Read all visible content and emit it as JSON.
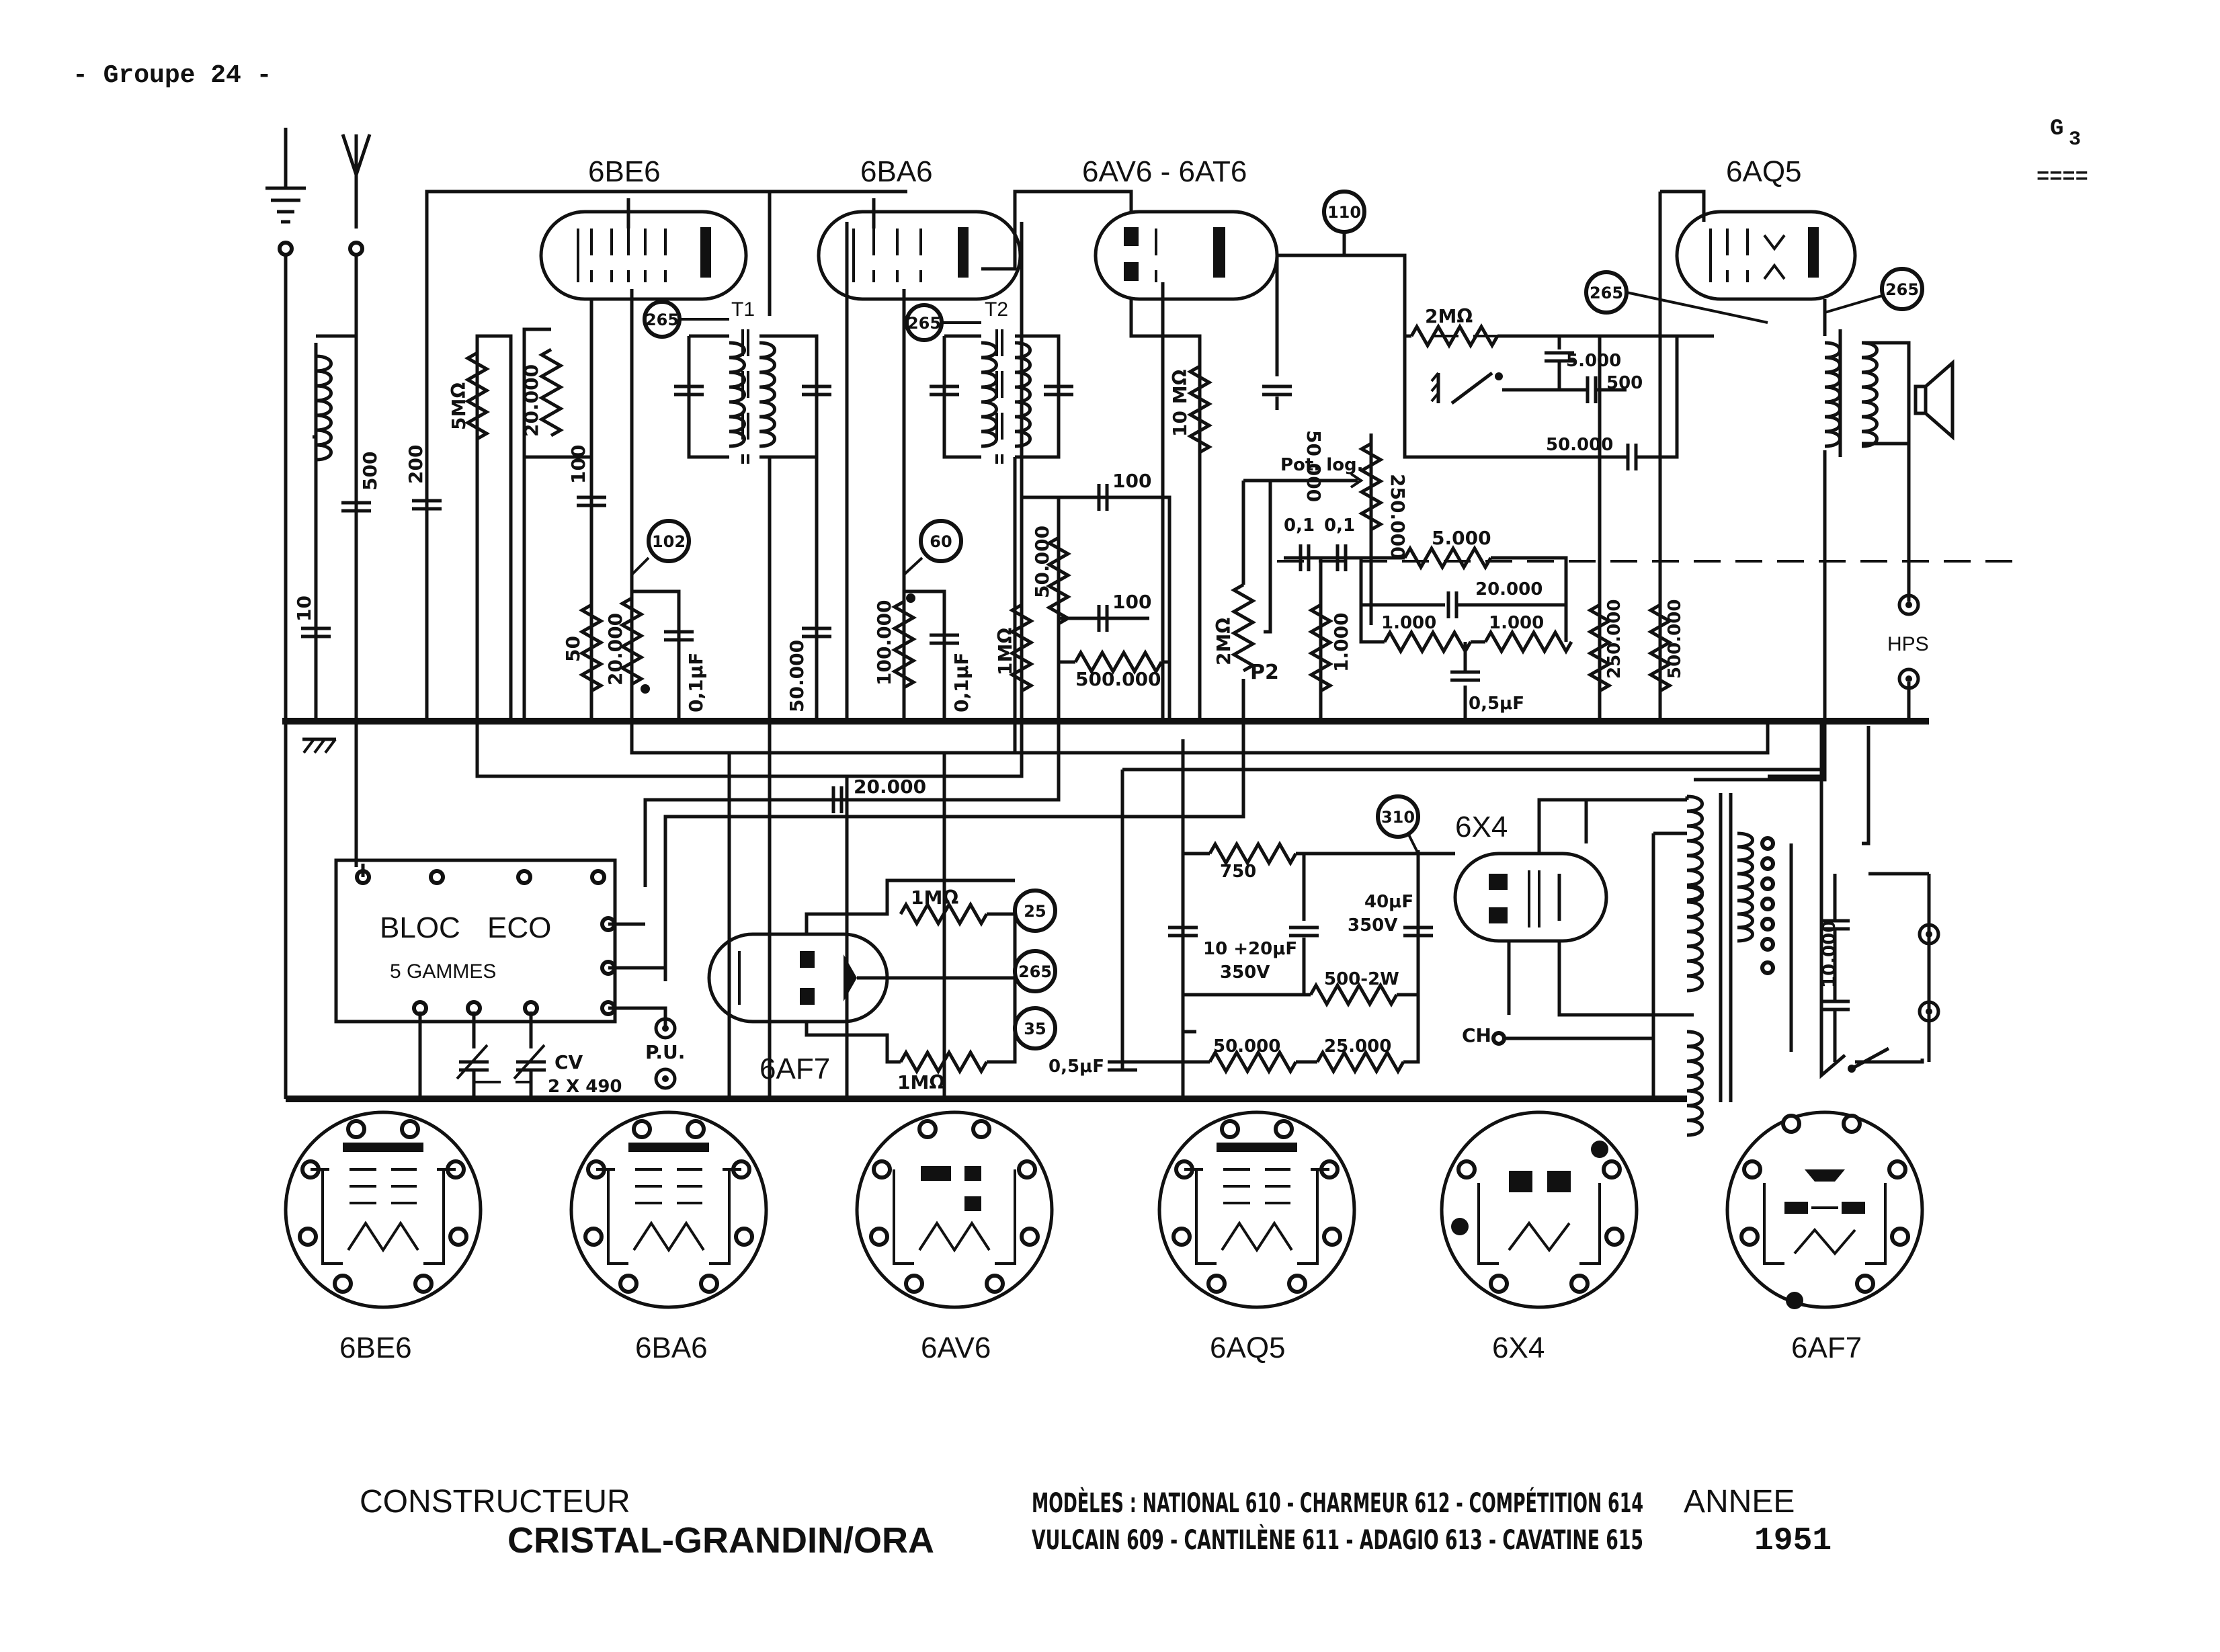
{
  "header": {
    "group": "- Groupe 24 -",
    "page_code": "G",
    "page_code_sub": "3",
    "page_code_rule": "===="
  },
  "tubes": [
    {
      "name": "6BE6"
    },
    {
      "name": "6BA6"
    },
    {
      "name": "6AV6 - 6AT6"
    },
    {
      "name": "6AQ5"
    },
    {
      "name": "6X4"
    },
    {
      "name": "6AF7"
    }
  ],
  "transformers": [
    "T1",
    "T2"
  ],
  "voltage_points": [
    "265",
    "265",
    "110",
    "265",
    "265",
    "102",
    "60",
    "25",
    "265",
    "35",
    "310"
  ],
  "component_values": {
    "c_ant_500": "500",
    "c_ant_10": "10",
    "c_200": "200",
    "r_5M": "5MΩ",
    "r_20000_a": "20.000",
    "c_100_a": "100",
    "r_50": "50",
    "r_20000_b": "20.000",
    "c_01_a": "0,1μF",
    "r_50000_a": "50.000",
    "r_100000": "100.000",
    "c_01_b": "0,1μF",
    "r_1M_a": "1MΩ",
    "r_50000_b": "50.000",
    "c_100_b": "100",
    "c_100_c": "100",
    "r_500000_a": "500.000",
    "r_10M": "10 MΩ",
    "c_50000_a": "50 000",
    "pot_label": "Pot. log.",
    "pot_250000": "250.000",
    "c_01_c": "0,1",
    "c_01_d": "0,1",
    "r_2M_b": "2MΩ",
    "pot_p2": "P2",
    "r_1000_a": "1.000",
    "r_5000": "5.000",
    "c_20000_a": "20.000",
    "r_1000_b": "1.000",
    "r_1000_c": "1.000",
    "c_05_a": "0,5μF",
    "r_2M_a": "2MΩ",
    "c_5000": "5.000",
    "c_500_b": "500",
    "c_50000_b": "50.000",
    "r_250000": "250.000",
    "r_500000_b": "500.000",
    "hps": "HPS",
    "c_20000_b": "20.000",
    "r_1M_b": "1MΩ",
    "r_1M_c": "1MΩ",
    "r_750": "750",
    "c_10_20": "10 +20μF",
    "c_350_a": "350V",
    "c_40": "40μF",
    "c_350_b": "350V",
    "r_500_2w": "500-2W",
    "c_05_b": "0,5μF",
    "r_50000_c": "50.000",
    "r_25000": "25.000",
    "ch": "CH",
    "c_10000": "10.000",
    "cv": "CV",
    "cv_val": "2 X 490",
    "pu": "P.U."
  },
  "bloc": {
    "line1": "BLOC",
    "line2": "ECO",
    "line3": "5 GAMMES"
  },
  "tube_bases": [
    "6BE6",
    "6BA6",
    "6AV6",
    "6AQ5",
    "6X4",
    "6AF7"
  ],
  "footer": {
    "constructeur_label": "CONSTRUCTEUR",
    "constructeur_name": "CRISTAL-GRANDIN/ORA",
    "models_line1": "MODÈLES : NATIONAL 610 - CHARMEUR 612 - COMPÉTITION 614",
    "models_line2": "VULCAIN 609 - CANTILÈNE 611 - ADAGIO 613 - CAVATINE 615",
    "annee_label": "ANNEE",
    "annee_value": "1951"
  }
}
